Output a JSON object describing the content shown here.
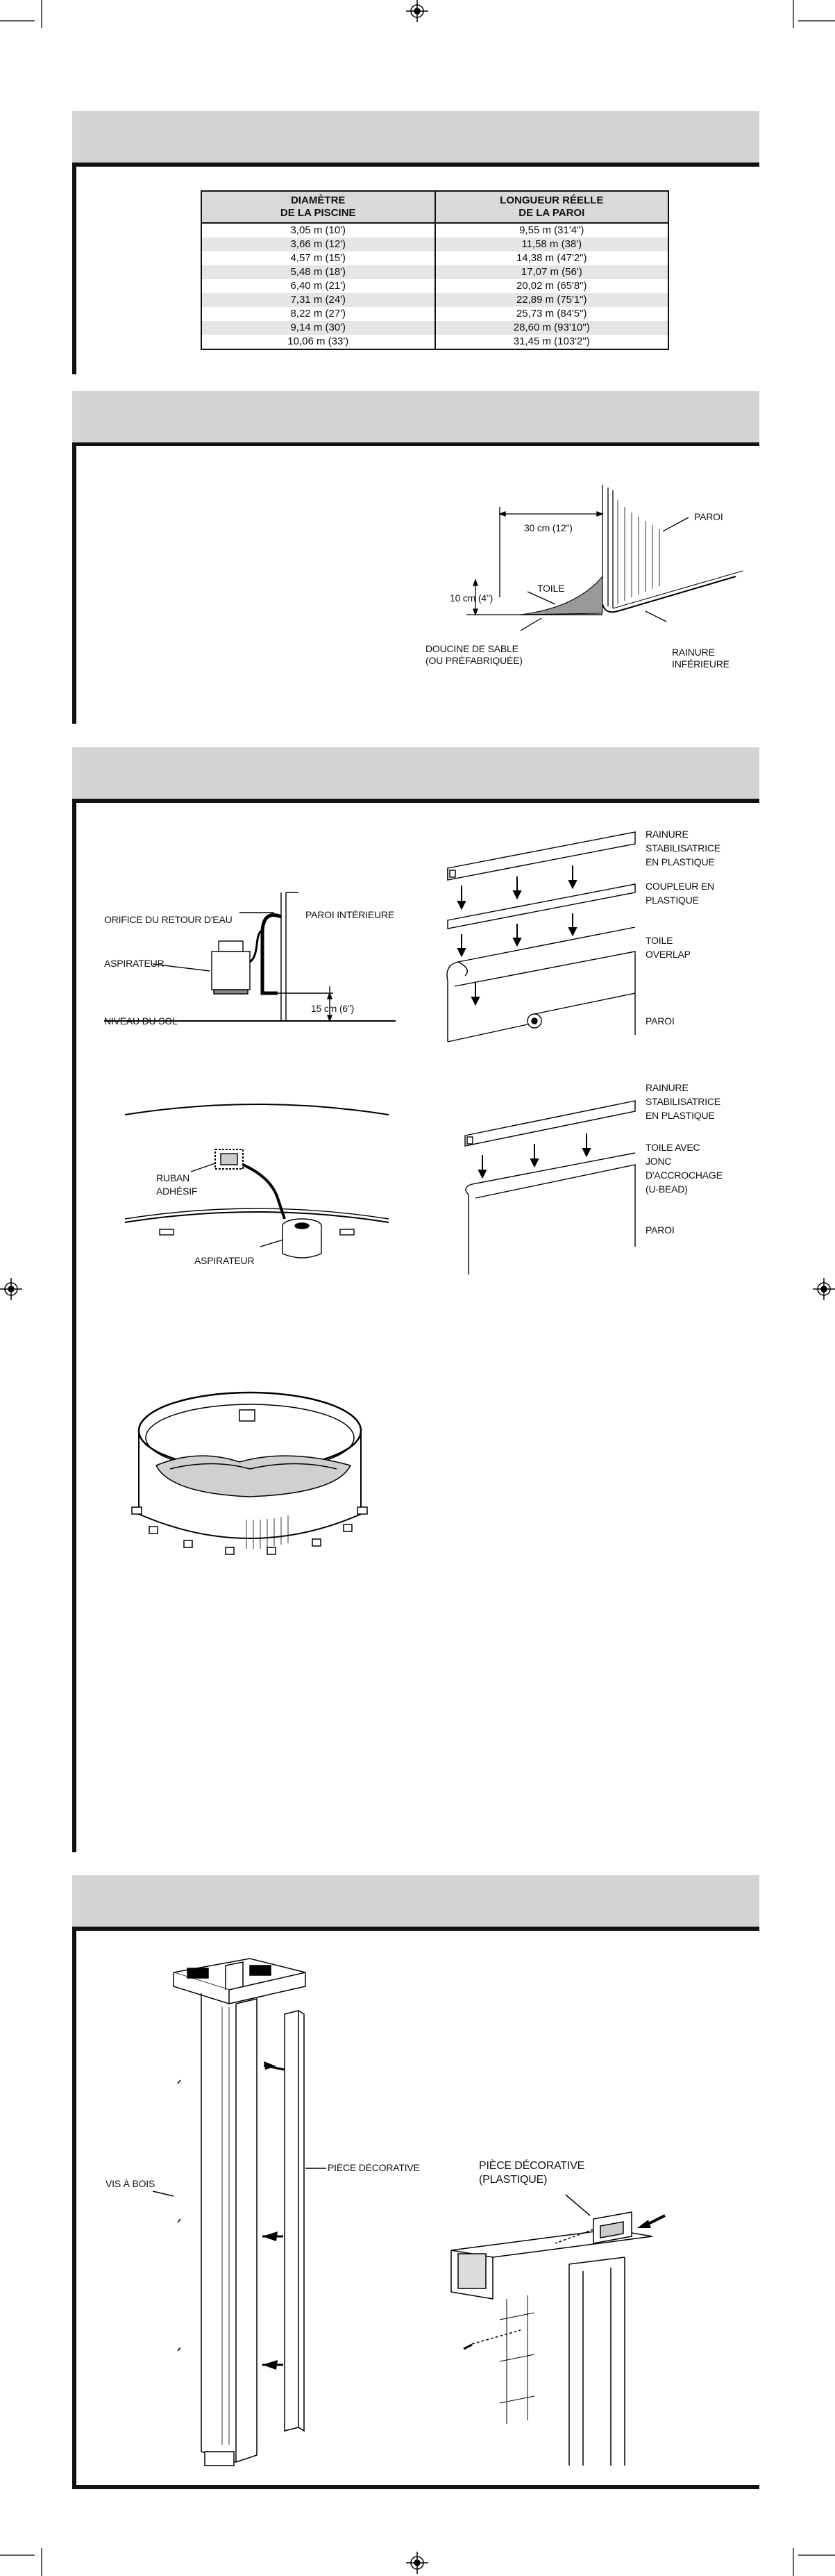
{
  "table": {
    "headers": [
      "DIAMÈTRE\nDE LA PISCINE",
      "LONGUEUR RÉELLE\nDE LA PAROI"
    ],
    "rows": [
      [
        "3,05 m (10')",
        "9,55 m (31'4\")"
      ],
      [
        "3,66 m (12')",
        "11,58 m (38')"
      ],
      [
        "4,57 m (15')",
        "14,38 m (47'2\")"
      ],
      [
        "5,48 m (18')",
        "17,07 m (56')"
      ],
      [
        "6,40 m (21')",
        "20,02 m (65'8\")"
      ],
      [
        "7,31 m (24')",
        "22,89 m (75'1\")"
      ],
      [
        "8,22 m (27')",
        "25,73 m (84'5\")"
      ],
      [
        "9,14 m (30')",
        "28,60 m (93'10\")"
      ],
      [
        "10,06 m (33')",
        "31,45 m (103'2\")"
      ]
    ]
  },
  "cove_figure": {
    "paroi": "PAROI",
    "dim_30": "30 cm (12\")",
    "toile": "TOILE",
    "dim_10": "10 cm (4\")",
    "doucine_1": "DOUCINE DE SABLE",
    "doucine_2": "(OU PRÉFABRIQUÉE)",
    "rainure_1": "RAINURE",
    "rainure_2": "INFÉRIEURE"
  },
  "vacuum_figure": {
    "orifice": "ORIFICE DU RETOUR D'EAU",
    "paroi_interieure": "PAROI INTÉRIEURE",
    "aspirateur": "ASPIRATEUR",
    "dim_15": "15 cm (6\")",
    "niveau": "NIVEAU DU SOL"
  },
  "overlap_figure": {
    "rainure_1": "RAINURE",
    "rainure_2": "STABILISATRICE",
    "rainure_3": "EN  PLASTIQUE",
    "coupleur_1": "COUPLEUR EN",
    "coupleur_2": "PLASTIQUE",
    "toile_1": "TOILE",
    "toile_2": "OVERLAP",
    "paroi": "PAROI"
  },
  "tape_figure": {
    "ruban_1": "RUBAN",
    "ruban_2": "ADHÉSIF",
    "aspirateur": "ASPIRATEUR"
  },
  "ubead_figure": {
    "rainure_1": "RAINURE",
    "rainure_2": "STABILISATRICE",
    "rainure_3": "EN  PLASTIQUE",
    "toile_1": "TOILE AVEC",
    "toile_2": "JONC",
    "toile_3": "D'ACCROCHAGE",
    "toile_4": "(U-BEAD)",
    "paroi": "PAROI"
  },
  "upright_figure": {
    "vis": "VIS À BOIS",
    "piece": "PIÈCE DÉCORATIVE"
  },
  "top_figure": {
    "piece_1": "PIÈCE DÉCORATIVE",
    "piece_2": "(PLASTIQUE)"
  }
}
